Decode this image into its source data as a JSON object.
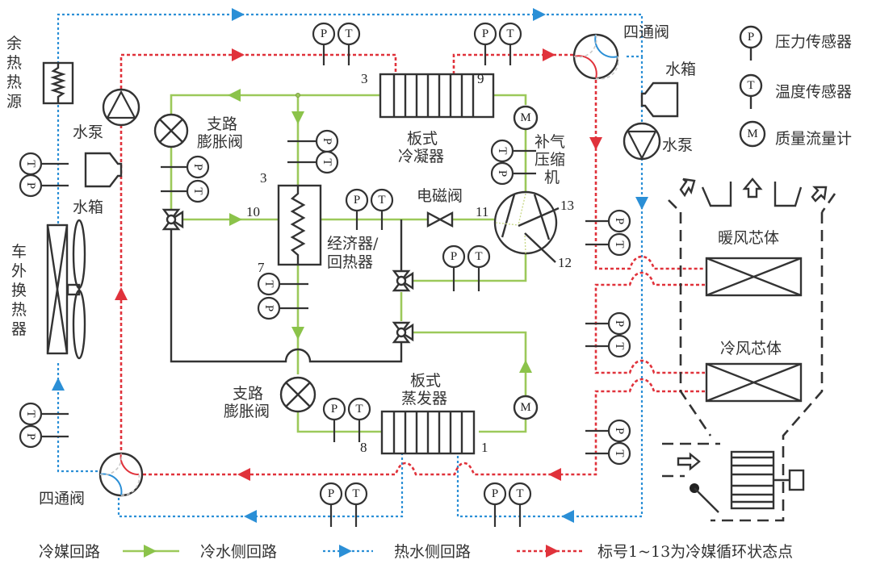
{
  "colors": {
    "refrigerant_loop": "#9cc95a",
    "cold_water_loop": "#2b8fd6",
    "hot_water_loop": "#e0323b",
    "component": "#333333"
  },
  "components": {
    "waste_heat_source": "余热热源",
    "water_pump": "水泵",
    "water_tank": "水箱",
    "four_way_valve": "四通阀",
    "outdoor_heat_exchanger": "车外换热器",
    "branch_expansion_valve": "支路膨胀阀",
    "branch_expansion_valve_l1": "支路",
    "branch_expansion_valve_l2": "膨胀阀",
    "plate_condenser_l1": "板式",
    "plate_condenser_l2": "冷凝器",
    "plate_evaporator_l1": "板式",
    "plate_evaporator_l2": "蒸发器",
    "economizer_l1": "经济器/",
    "economizer_l2": "回热器",
    "solenoid_valve": "电磁阀",
    "vapor_injection_compressor_l1": "补气",
    "vapor_injection_compressor_l2": "压缩",
    "vapor_injection_compressor_l3": "机",
    "heater_core": "暖风芯体",
    "cooler_core": "冷风芯体"
  },
  "sensor_symbols": {
    "pressure": "P",
    "temperature": "T",
    "mass_flow": "M"
  },
  "sensor_legend": [
    {
      "symbol": "P",
      "label": "压力传感器"
    },
    {
      "symbol": "T",
      "label": "温度传感器"
    },
    {
      "symbol": "M",
      "label": "质量流量计"
    }
  ],
  "state_points": {
    "p1": "1",
    "p3a": "3",
    "p3b": "3",
    "p7": "7",
    "p8": "8",
    "p9": "9",
    "p10": "10",
    "p11": "11",
    "p12": "12",
    "p13": "13"
  },
  "loop_legend": {
    "refrigerant": "冷媒回路",
    "cold_water": "冷水侧回路",
    "hot_water": "热水侧回路",
    "note": "标号1~13为冷媒循环状态点"
  }
}
